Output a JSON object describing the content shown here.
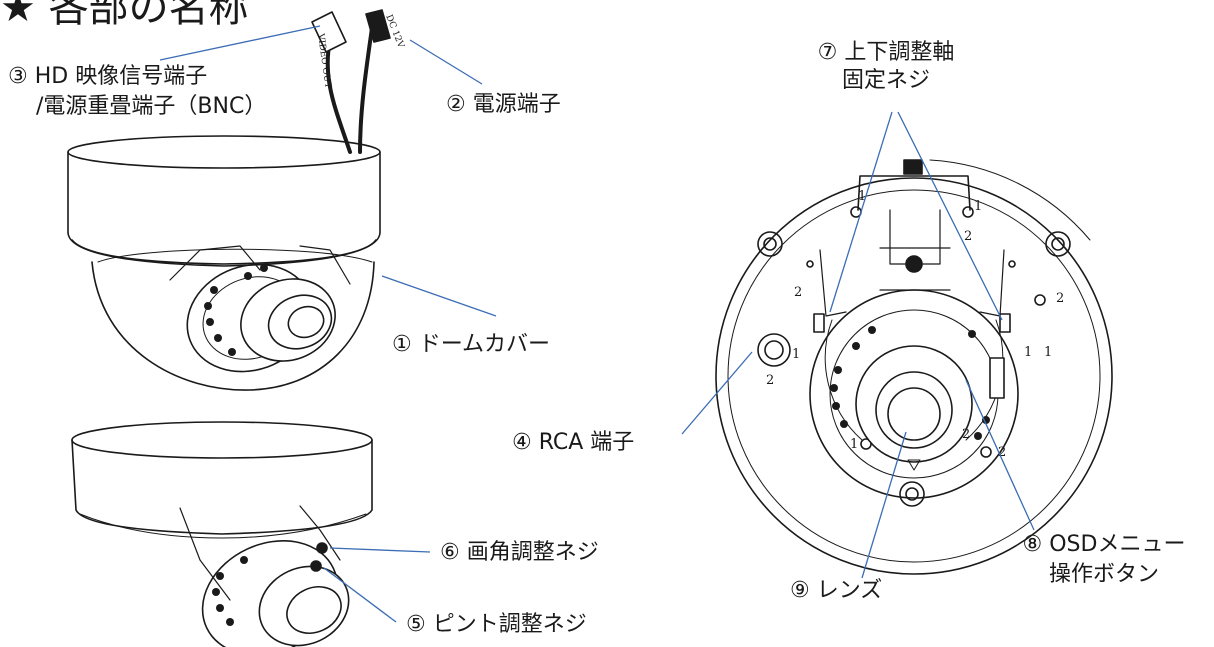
{
  "title": "★ 各部の名称",
  "cable_text": {
    "video": "VIDEO OUT",
    "dc": "DC 12V"
  },
  "labels": {
    "l1": "① ドームカバー",
    "l2": "② 電源端子",
    "l3a": "③ HD 映像信号端子",
    "l3b": "/電源重畳端子（BNC）",
    "l4": "④ RCA 端子",
    "l5": "⑤ ピント調整ネジ",
    "l6": "⑥ 画角調整ネジ",
    "l7a": "⑦ 上下調整軸",
    "l7b": "固定ネジ",
    "l8a": "⑧ OSDメニュー",
    "l8b": "操作ボタン",
    "l9": "⑨ レンズ"
  },
  "base_marks": [
    "1",
    "2",
    "1",
    "2",
    "1",
    "2",
    "1",
    "2",
    "1",
    "2",
    "1",
    "2"
  ],
  "colors": {
    "leader": "#3b6db5",
    "ink": "#1a1a1a",
    "bg": "#ffffff"
  }
}
